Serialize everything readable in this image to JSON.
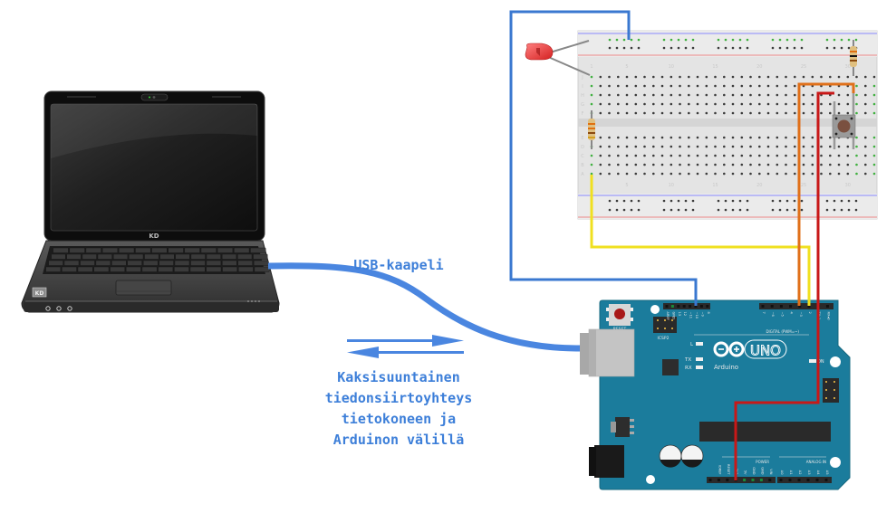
{
  "labels": {
    "usb_cable": "USB-kaapeli",
    "communication": [
      "Kaksisuuntainen",
      "tiedonsiirtoyhteys",
      "tietokoneen ja",
      "Arduinon välillä"
    ]
  },
  "laptop": {
    "brand": "KD",
    "badge": "KD"
  },
  "arduino": {
    "name": "Arduino",
    "model": "UNO",
    "reset_label": "RESET",
    "icsp_label": "ICSP2",
    "leds": [
      "L",
      "TX",
      "RX",
      "ON"
    ],
    "digital_header_label": "DIGITAL (PWM=~)",
    "digital_pins_left": [
      "AREF",
      "GND",
      "13",
      "12",
      "~11",
      "~10",
      "~9",
      "8"
    ],
    "digital_pins_right": [
      "7",
      "~6",
      "~5",
      "4",
      "~3",
      "2",
      "TX▸1",
      "RX◂0"
    ],
    "power_header_label": "POWER",
    "power_pins": [
      "IOREF",
      "RESET",
      "3V3",
      "5V",
      "GND",
      "GND",
      "VIN"
    ],
    "analog_header_label": "ANALOG IN",
    "analog_pins": [
      "A0",
      "A1",
      "A2",
      "A3",
      "A4",
      "A5"
    ]
  },
  "breadboard": {
    "column_numbers": [
      "1",
      "5",
      "10",
      "15",
      "20",
      "25",
      "30"
    ],
    "row_letters_top": [
      "J",
      "I",
      "H",
      "G",
      "F"
    ],
    "row_letters_bottom": [
      "E",
      "D",
      "C",
      "B",
      "A"
    ]
  },
  "wires": {
    "colors": {
      "usb": "#4a86e0",
      "gnd": "#3a78d0",
      "signal_led": "#f0e020",
      "signal_button": "#e0701a",
      "power_5v": "#c81818"
    }
  },
  "arrows": {
    "direction_top": "to-arduino",
    "direction_bottom": "to-computer"
  }
}
